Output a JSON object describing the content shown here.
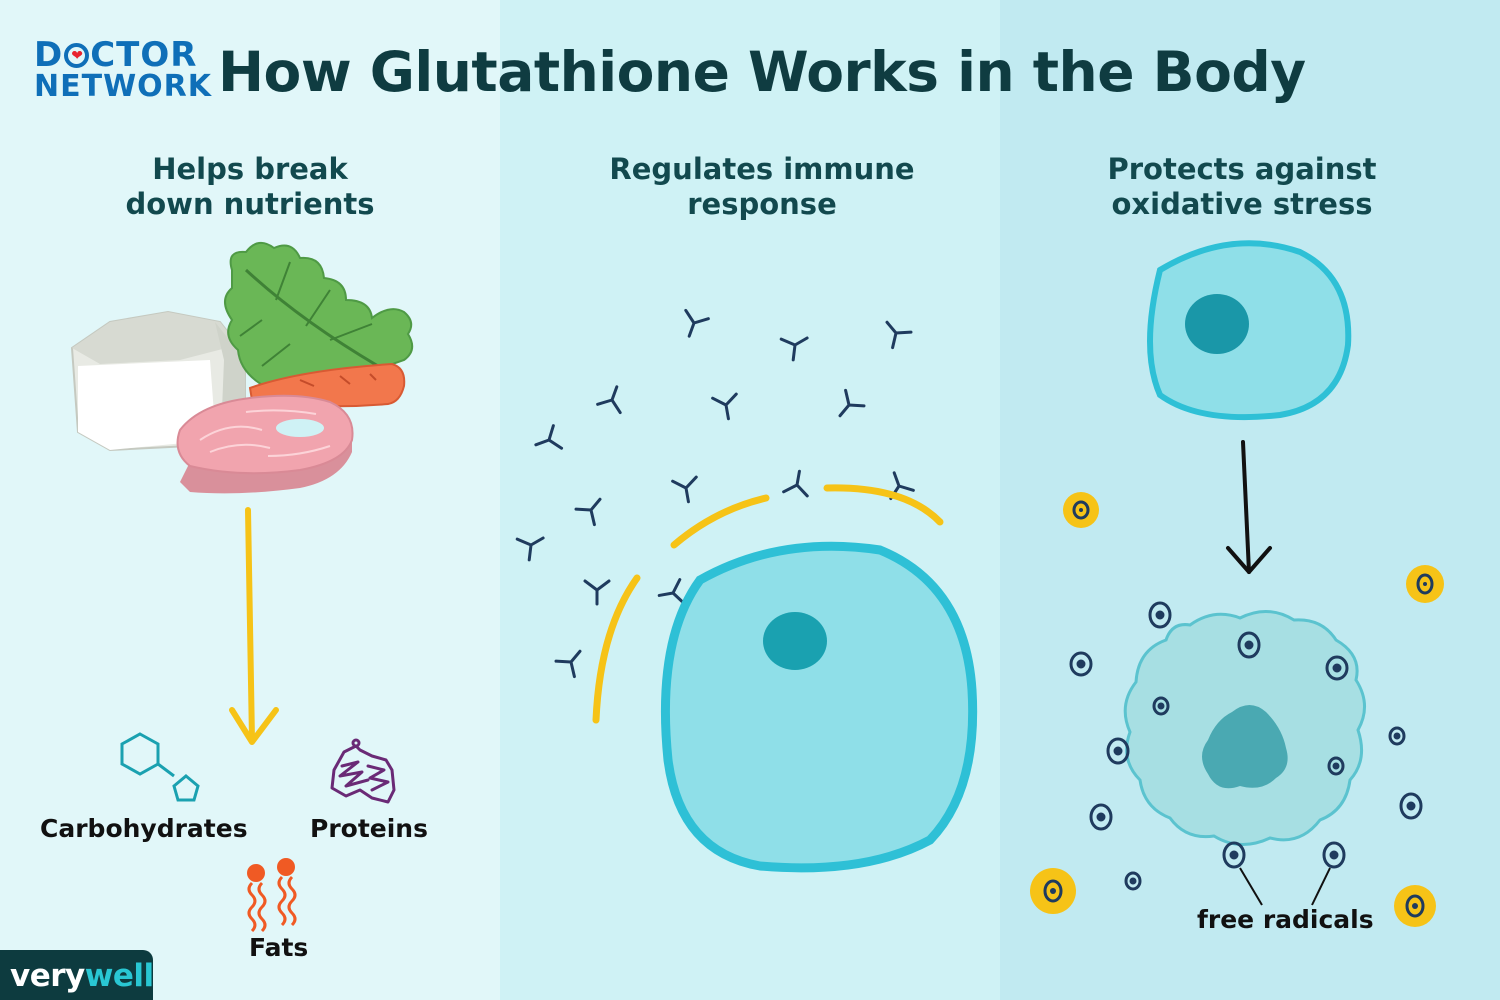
{
  "logo": {
    "line1_left": "D",
    "line1_right": "CTOR",
    "line2": "NETWORK"
  },
  "title": "How Glutathione Works in the Body",
  "panels": [
    {
      "heading_lines": [
        "Helps break",
        "down nutrients"
      ]
    },
    {
      "heading_lines": [
        "Regulates immune",
        "response"
      ]
    },
    {
      "heading_lines": [
        "Protects against",
        "oxidative stress"
      ]
    }
  ],
  "nutrients": {
    "carbohydrates": "Carbohydrates",
    "proteins": "Proteins",
    "fats": "Fats"
  },
  "free_radicals_label": "free radicals",
  "brand": {
    "part1": "very",
    "part2": "well"
  },
  "colors": {
    "panel1_bg": "#e1f7f9",
    "panel2_bg": "#cff2f5",
    "panel3_bg": "#c1eaf1",
    "title": "#0f3c41",
    "heading": "#12494e",
    "logo_blue": "#0f6fb8",
    "logo_heart": "#e8242f",
    "arrow_yellow": "#f6c317",
    "cell_fill": "#8fdfe8",
    "cell_stroke": "#2ec0d6",
    "nucleus": "#1aa1b0",
    "antibody": "#1f3b5e",
    "radical": "#1f3b5e",
    "radical_yellow": "#f6c317",
    "damaged_cell": "#a7dfe3",
    "brand_bg": "#0d3b3f",
    "brand_accent": "#29c7d3"
  }
}
